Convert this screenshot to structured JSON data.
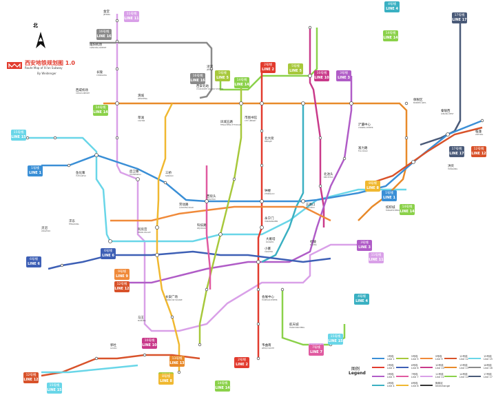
{
  "title": {
    "cn": "西安地铁规划图 1.0",
    "en": "Route Map of Xi'an Subway",
    "author": "By Weidenger"
  },
  "compass": {
    "label": "北"
  },
  "colors": {
    "l1": "#3a8fd6",
    "l2": "#e23b2e",
    "l3": "#b05cc7",
    "l4": "#3ab0c2",
    "l5": "#a7c83b",
    "l6": "#3d5fb5",
    "l7": "#e05aa0",
    "l8": "#f0b830",
    "l9": "#f08a3a",
    "l10": "#c93a8a",
    "l11": "#d9a0e8",
    "l12": "#d8522a",
    "l13": "#e88a2a",
    "l14": "#8bd14a",
    "l15": "#69d6e8",
    "l16": "#8a8a8a",
    "l17": "#4a5a78"
  },
  "badges": [
    {
      "id": "b11a",
      "cn": "11号线",
      "en": "LINE 11",
      "color": "#d9a0e8"
    },
    {
      "id": "b16a",
      "cn": "16号线",
      "en": "LINE 16",
      "color": "#8a8a8a"
    },
    {
      "id": "b16b",
      "cn": "16号线",
      "en": "LINE 16",
      "color": "#8a8a8a"
    },
    {
      "id": "b17a",
      "cn": "17号线",
      "en": "LINE 17",
      "color": "#4a5a78"
    },
    {
      "id": "b5a",
      "cn": "5号线",
      "en": "LINE 5",
      "color": "#a7c83b"
    },
    {
      "id": "b14a",
      "cn": "14号线",
      "en": "LINE 14",
      "color": "#8bd14a"
    },
    {
      "id": "b15a",
      "cn": "15号线",
      "en": "LINE 15",
      "color": "#69d6e8"
    },
    {
      "id": "b14b",
      "cn": "14号线",
      "en": "LINE 14",
      "color": "#8bd14a"
    },
    {
      "id": "b2a",
      "cn": "2号线",
      "en": "LINE 2",
      "color": "#e23b2e"
    },
    {
      "id": "b10a",
      "cn": "10号线",
      "en": "LINE 10",
      "color": "#c93a8a"
    },
    {
      "id": "b3a",
      "cn": "3号线",
      "en": "LINE 3",
      "color": "#b05cc7"
    },
    {
      "id": "b5b",
      "cn": "5号线",
      "en": "LINE 5",
      "color": "#a7c83b"
    },
    {
      "id": "b4a",
      "cn": "4号线",
      "en": "LINE 4",
      "color": "#3ab0c2"
    },
    {
      "id": "b1a",
      "cn": "1号线",
      "en": "LINE 1",
      "color": "#3a8fd6"
    },
    {
      "id": "b14c",
      "cn": "14号线",
      "en": "LINE 14",
      "color": "#8bd14a"
    },
    {
      "id": "b17b",
      "cn": "17号线",
      "en": "LINE 17",
      "color": "#4a5a78"
    },
    {
      "id": "b12a",
      "cn": "12号线",
      "en": "LINE 12",
      "color": "#d8522a"
    },
    {
      "id": "b8a",
      "cn": "8号线",
      "en": "LINE 8",
      "color": "#f0b830"
    },
    {
      "id": "b1b",
      "cn": "1号线",
      "en": "LINE 1",
      "color": "#3a8fd6"
    },
    {
      "id": "b14d",
      "cn": "14号线",
      "en": "LINE 14",
      "color": "#8bd14a"
    },
    {
      "id": "b6a",
      "cn": "6号线",
      "en": "LINE 6",
      "color": "#3d5fb5"
    },
    {
      "id": "b6b",
      "cn": "6号线",
      "en": "LINE 6",
      "color": "#3d5fb5"
    },
    {
      "id": "b3b",
      "cn": "3号线",
      "en": "LINE 3",
      "color": "#b05cc7"
    },
    {
      "id": "b9a",
      "cn": "9号线",
      "en": "LINE 9",
      "color": "#f08a3a"
    },
    {
      "id": "b11b",
      "cn": "11号线",
      "en": "LINE 11",
      "color": "#d9a0e8"
    },
    {
      "id": "b12b",
      "cn": "12号线",
      "en": "LINE 12",
      "color": "#d8522a"
    },
    {
      "id": "b4b",
      "cn": "4号线",
      "en": "LINE 4",
      "color": "#3ab0c2"
    },
    {
      "id": "b11c",
      "cn": "11号线",
      "en": "LINE 11",
      "color": "#d9a0e8"
    },
    {
      "id": "b15b",
      "cn": "15号线",
      "en": "LINE 15",
      "color": "#69d6e8"
    },
    {
      "id": "b7a",
      "cn": "7号线",
      "en": "LINE 7",
      "color": "#e05aa0"
    },
    {
      "id": "b5c",
      "cn": "5号线",
      "en": "LINE 5",
      "color": "#a7c83b"
    },
    {
      "id": "b10b",
      "cn": "10号线",
      "en": "LINE 10",
      "color": "#c93a8a"
    },
    {
      "id": "b13a",
      "cn": "13号线",
      "en": "LINE 13",
      "color": "#e88a2a"
    },
    {
      "id": "b8b",
      "cn": "8号线",
      "en": "LINE 8",
      "color": "#f0b830"
    },
    {
      "id": "b2b",
      "cn": "2号线",
      "en": "LINE 2",
      "color": "#e23b2e"
    },
    {
      "id": "b12c",
      "cn": "12号线",
      "en": "LINE 12",
      "color": "#d8522a"
    },
    {
      "id": "b15c",
      "cn": "15号线",
      "en": "LINE 15",
      "color": "#69d6e8"
    },
    {
      "id": "b14e",
      "cn": "14号线",
      "en": "LINE 14",
      "color": "#8bd14a"
    }
  ],
  "stations": [
    {
      "cn": "金堂",
      "en": "JINTANG"
    },
    {
      "cn": "咸阳机场",
      "en": "XIANYANG AIRPORT"
    },
    {
      "cn": "长陵",
      "en": "CHANGLING"
    },
    {
      "cn": "渭城",
      "en": "WEICHENG"
    },
    {
      "cn": "草滩",
      "en": "CAOTAN"
    },
    {
      "cn": "西安北站",
      "en": "XI'AN NORTH RAILWAY STATION"
    },
    {
      "cn": "凤城五路",
      "en": "FENGCHENG 5TH ROAD"
    },
    {
      "cn": "市图书馆",
      "en": "CITY LIBRARY"
    },
    {
      "cn": "北大街",
      "en": "BEIDAJIE"
    },
    {
      "cn": "钟楼",
      "en": "ZHONGLOU"
    },
    {
      "cn": "永宁门",
      "en": "YONGNINGMEN"
    },
    {
      "cn": "小寨",
      "en": "XIAOZHAI"
    },
    {
      "cn": "会展中心",
      "en": "HUIZHAN CENTER"
    },
    {
      "cn": "韦曲南",
      "en": "WEIQU SOUTH"
    },
    {
      "cn": "后卫寨",
      "en": "HOUWEIZHAI"
    },
    {
      "cn": "三桥",
      "en": "SANQIAO"
    },
    {
      "cn": "劳动路",
      "en": "LAODONG ROAD"
    },
    {
      "cn": "五路口",
      "en": "WULUKOU"
    },
    {
      "cn": "纺织城",
      "en": "FANGZHICHENG"
    },
    {
      "cn": "鱼化寨",
      "en": "YUHUAZHAI"
    },
    {
      "cn": "科技路",
      "en": "KEJI ROAD"
    },
    {
      "cn": "大雁塔",
      "en": "DAYANTA"
    },
    {
      "cn": "北池头",
      "en": "BEICHITOU"
    },
    {
      "cn": "浐灞中心",
      "en": "CHANBA CENTER"
    },
    {
      "cn": "保税区",
      "en": "BONDED AREA"
    },
    {
      "cn": "航天城",
      "en": "HANGTIANCHENG"
    },
    {
      "cn": "秦陵西",
      "en": "QINLING WEST"
    },
    {
      "cn": "临潼",
      "en": "LINTONG"
    },
    {
      "cn": "沣东",
      "en": "FENGDONG"
    },
    {
      "cn": "阿房宫",
      "en": "EPANG PALACE"
    },
    {
      "cn": "西窑头",
      "en": "XIYAOTOU"
    },
    {
      "cn": "富力路",
      "en": "FULI ROAD"
    },
    {
      "cn": "洪庆",
      "en": "HONGQING"
    },
    {
      "cn": "马王",
      "en": "MAWANG"
    },
    {
      "cn": "灵沼",
      "en": "LINGZHAO"
    },
    {
      "cn": "郭杜",
      "en": "GUODU"
    },
    {
      "cn": "长安广场",
      "en": "CHANG'AN SQUARE"
    },
    {
      "cn": "西咸机场",
      "en": "XIXIAN AIRPORT"
    },
    {
      "cn": "泾河",
      "en": "JINGHE"
    },
    {
      "cn": "杜陵",
      "en": "DULING"
    }
  ],
  "legend": {
    "title_cn": "图例",
    "title_en": "Legend",
    "items": [
      {
        "cn": "1号线",
        "en": "Line 1",
        "color": "#3a8fd6"
      },
      {
        "cn": "5号线",
        "en": "Line 5",
        "color": "#a7c83b"
      },
      {
        "cn": "9号线",
        "en": "Line 9",
        "color": "#f08a3a"
      },
      {
        "cn": "12号线",
        "en": "Line 12",
        "color": "#d8522a"
      },
      {
        "cn": "15号线",
        "en": "Line 15",
        "color": "#69d6e8"
      },
      {
        "cn": "2号线",
        "en": "Line 2",
        "color": "#e23b2e"
      },
      {
        "cn": "6号线",
        "en": "Line 6",
        "color": "#3d5fb5"
      },
      {
        "cn": "10号线",
        "en": "Line 10",
        "color": "#c93a8a"
      },
      {
        "cn": "13号线",
        "en": "Line 13",
        "color": "#e88a2a"
      },
      {
        "cn": "16号线",
        "en": "Line 16",
        "color": "#8a8a8a"
      },
      {
        "cn": "3号线",
        "en": "Line 3",
        "color": "#b05cc7"
      },
      {
        "cn": "7号线",
        "en": "Line 7",
        "color": "#e05aa0"
      },
      {
        "cn": "11号线",
        "en": "Line 11",
        "color": "#d9a0e8"
      },
      {
        "cn": "14号线",
        "en": "Line 14",
        "color": "#8bd14a"
      },
      {
        "cn": "17号线",
        "en": "Line 17",
        "color": "#4a5a78"
      },
      {
        "cn": "4号线",
        "en": "Line 4",
        "color": "#3ab0c2"
      },
      {
        "cn": "8号线",
        "en": "Line 8",
        "color": "#f0b830"
      },
      {
        "cn": "换乘站",
        "en": "Interchange",
        "color": "#333333"
      }
    ]
  }
}
